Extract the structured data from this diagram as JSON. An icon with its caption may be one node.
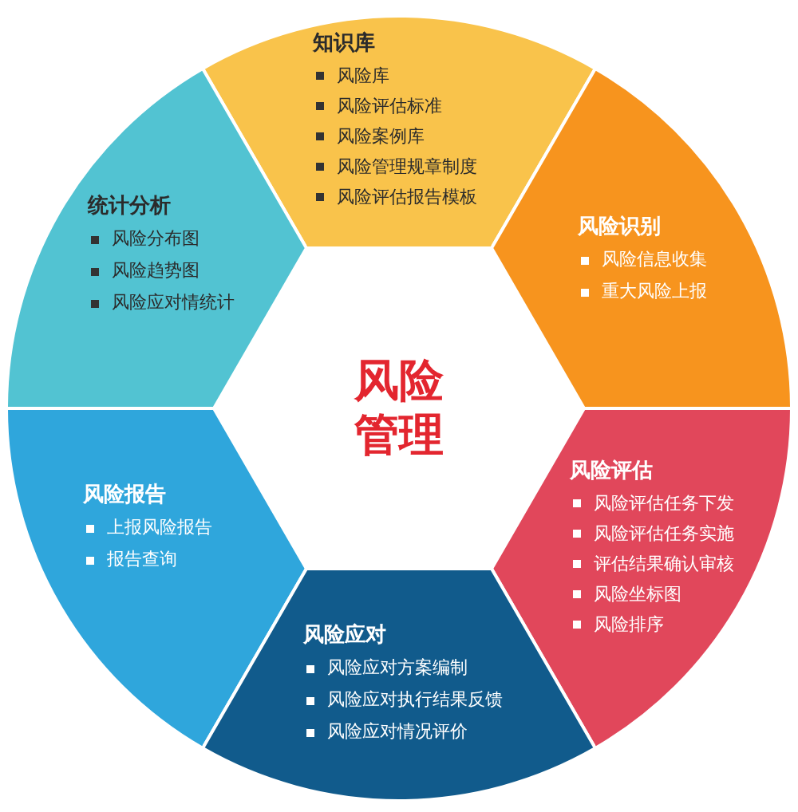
{
  "diagram": {
    "nodes": [
      {
        "text": [
          "知识库",
          "风险库",
          "风险评估标准",
          "风险案例库",
          "风险管理规章制度",
          "风险评估报告模板"
        ]
      },
      {
        "text": [
          "统计分析",
          "风险分布图",
          "风险趋势图",
          "风险应对情统计"
        ]
      },
      {
        "text": [
          "风险识别",
          "风险信息收集",
          "重大风险上报"
        ]
      },
      {
        "text": [
          "风险管理"
        ]
      },
      {
        "text": [
          "风险报告",
          "上报风险报告",
          "报告查询"
        ]
      },
      {
        "text": [
          "风险评估",
          "风险评估任务下发",
          "风险评估任务实施",
          "评估结果确认审核",
          "风险坐标图",
          "风险排序"
        ]
      },
      {
        "text": [
          "风险应对",
          "风险应对方案编制",
          "风险应对执行结果反馈",
          "风险应对情况评价"
        ]
      }
    ]
  }
}
